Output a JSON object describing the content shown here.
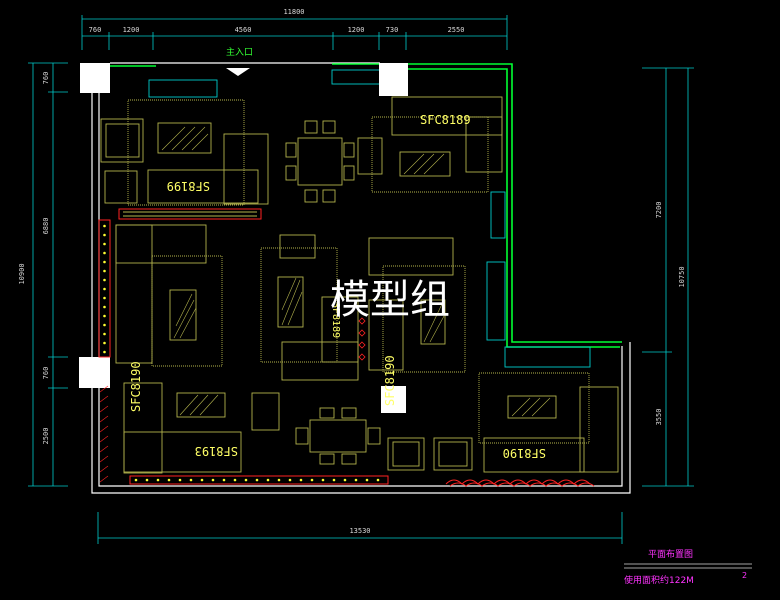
{
  "drawing": {
    "entrance_label": "主入口",
    "watermark": "模型组",
    "title": "平面布置图",
    "area_note": "使用面积约122M",
    "superscript": "2"
  },
  "dimensions": {
    "top_total": "11800",
    "top_segments": [
      "760",
      "1200",
      "4560",
      "1200",
      "730",
      "2550"
    ],
    "left_total": "10900",
    "left_segments": [
      "760",
      "6880",
      "760",
      "2500"
    ],
    "right_total": "10750",
    "right_segments": [
      "7200",
      "3550"
    ],
    "bottom_total": "13530"
  },
  "furniture_labels": {
    "sofa_top_left": "SF8199",
    "sofa_top_right": "SFC8189",
    "sofa_center": "SF8189",
    "sofa_left_vertical": "SFC8190",
    "sofa_center_vertical": "SFC8190",
    "sofa_bottom_left": "SF8193",
    "sofa_bottom_right": "SF8190"
  },
  "colors": {
    "background": "#000000",
    "wall": "#ffffff",
    "green_wall": "#00ff33",
    "furniture": "#b3b34d",
    "label": "#ffff66",
    "dimension": "#d8d8d8",
    "cyan_dim": "#00cccc",
    "accent_red": "#ff2222",
    "title": "#ff33ff"
  }
}
